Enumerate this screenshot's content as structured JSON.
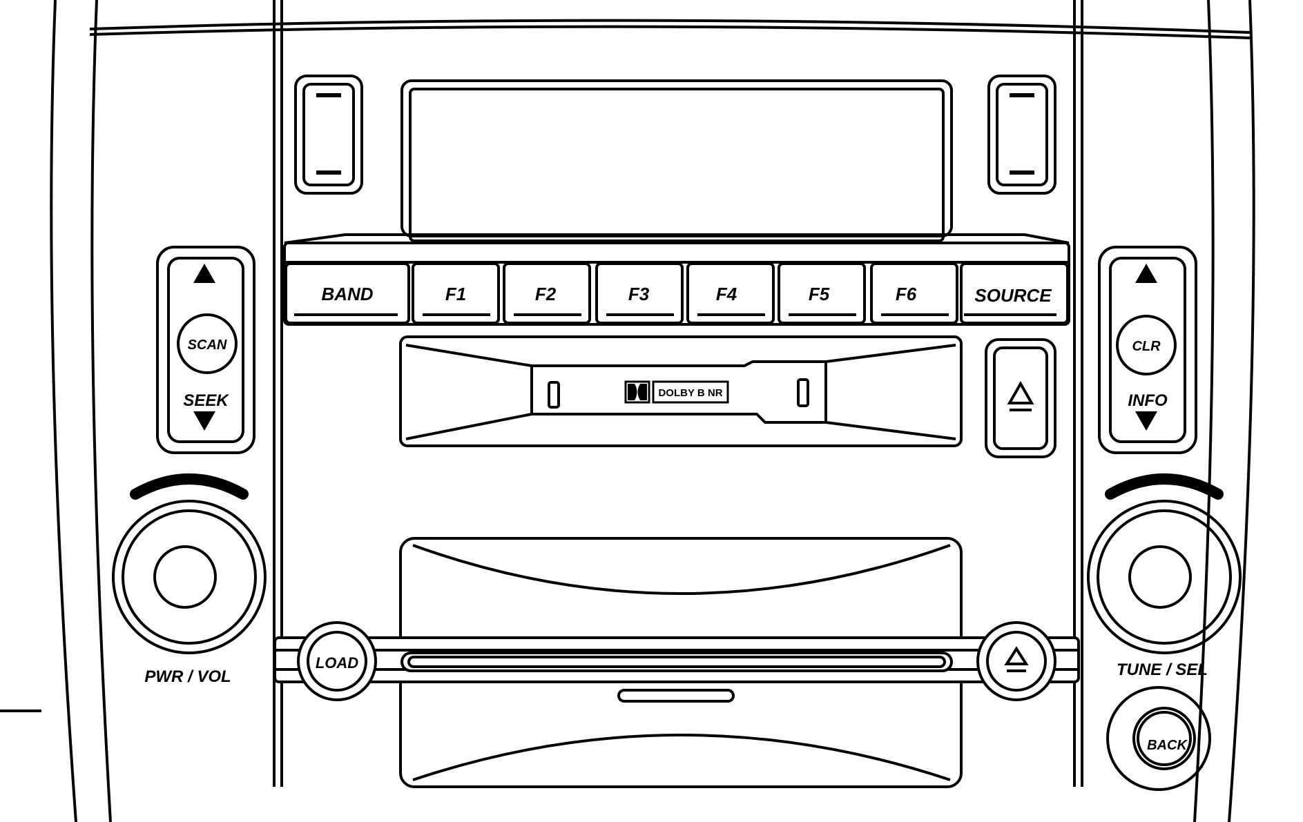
{
  "presets": {
    "band": "BAND",
    "f1": "F1",
    "f2": "F2",
    "f3": "F3",
    "f4": "F4",
    "f5": "F5",
    "f6": "F6",
    "source": "SOURCE"
  },
  "left_controls": {
    "scan": "SCAN",
    "seek": "SEEK",
    "knob_label": "PWR / VOL"
  },
  "right_controls": {
    "clr": "CLR",
    "info": "INFO",
    "knob_label": "TUNE / SEL",
    "back": "BACK"
  },
  "cassette": {
    "badge": "DOLBY B NR"
  },
  "cd_slot": {
    "load": "LOAD"
  },
  "icons": {
    "seek_up": "triangle-up-icon",
    "seek_down": "triangle-down-icon",
    "info_up": "triangle-up-icon",
    "info_down": "triangle-down-icon",
    "tape_eject": "eject-icon",
    "cd_eject": "eject-icon",
    "dolby": "dolby-logo-icon"
  }
}
